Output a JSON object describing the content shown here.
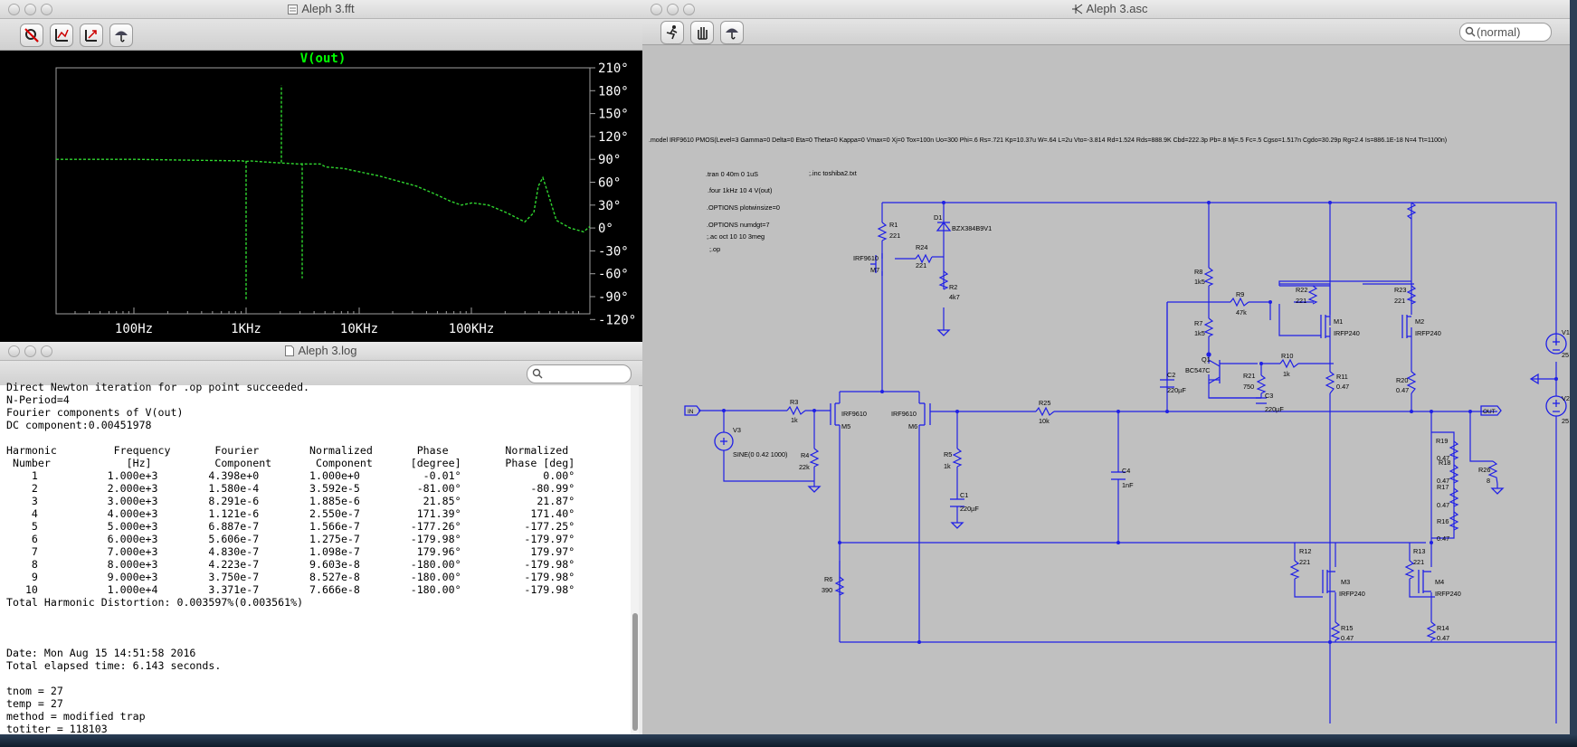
{
  "fft_window": {
    "title": "Aleph 3.fft",
    "trace_title": "V(out)",
    "x_ticks": [
      "100Hz",
      "1KHz",
      "10KHz",
      "100KHz"
    ],
    "y_ticks": [
      "210°",
      "180°",
      "150°",
      "120°",
      "90°",
      "60°",
      "30°",
      "0°",
      "-30°",
      "-60°",
      "-90°",
      "-120°"
    ],
    "toolbar": [
      "zoom-clear-icon",
      "autorange-icon",
      "pan-icon",
      "umbrella-icon"
    ],
    "colors": {
      "plot_bg": "#000000",
      "trace": "#00ff00",
      "grid_frame": "#a0a0a0",
      "label": "#ffffff"
    }
  },
  "log_window": {
    "title": "Aleph 3.log",
    "search_placeholder": "",
    "lines": [
      "Direct Newton iteration for .op point succeeded.",
      "N-Period=4",
      "Fourier components of V(out)",
      "DC component:0.00451978",
      "",
      "Harmonic         Frequency       Fourier        Normalized       Phase         Normalized",
      " Number            [Hz]          Component       Component      [degree]       Phase [deg]",
      "    1           1.000e+3        4.398e+0        1.000e+0          -0.01°             0.00°",
      "    2           2.000e+3        1.580e-4        3.592e-5         -81.00°           -80.99°",
      "    3           3.000e+3        8.291e-6        1.885e-6          21.85°            21.87°",
      "    4           4.000e+3        1.121e-6        2.550e-7         171.39°           171.40°",
      "    5           5.000e+3        6.887e-7        1.566e-7        -177.26°          -177.25°",
      "    6           6.000e+3        5.606e-7        1.275e-7        -179.98°          -179.97°",
      "    7           7.000e+3        4.830e-7        1.098e-7         179.96°           179.97°",
      "    8           8.000e+3        4.223e-7        9.603e-8        -180.00°          -179.98°",
      "    9           9.000e+3        3.750e-7        8.527e-8        -180.00°          -179.98°",
      "   10           1.000e+4        3.371e-7        7.666e-8        -180.00°          -179.98°",
      "Total Harmonic Distortion: 0.003597%(0.003561%)",
      "",
      "",
      "",
      "Date: Mon Aug 15 14:51:58 2016",
      "Total elapsed time: 6.143 seconds.",
      "",
      "tnom = 27",
      "temp = 27",
      "method = modified trap",
      "totiter = 118103"
    ]
  },
  "schematic_window": {
    "title": "Aleph 3.asc",
    "search_value": "(normal)",
    "toolbar": [
      "run-icon",
      "halt-icon",
      "umbrella-icon"
    ],
    "model_line": ".model IRF9610 PMOS(Level=3 Gamma=0 Delta=0 Eta=0 Theta=0 Kappa=0 Vmax=0 Xj=0 Tox=100n Uo=300 Phi=.6 Rs=.721 Kp=10.37u W=.64 L=2u Vto=-3.814 Rd=1.524 Rds=888.9K Cbd=222.3p Pb=.8 Mj=.5 Fc=.5 Cgso=1.517n Cgdo=30.29p Rg=2.4 Is=886.1E-18 N=4 Tt=1100n)",
    "directives": [
      ".tran 0 40m 0 1uS",
      ".four 1kHz 10 4 V(out)",
      ".OPTIONS plotwinsize=0",
      ".OPTIONS numdgt=7",
      ";.ac oct 10 10 3meg",
      ";.op"
    ],
    "include": ";.inc toshiba2.txt",
    "labels": {
      "r1": "R1",
      "r1v": "221",
      "d1": "D1",
      "d1v": "BZX384B9V1",
      "r24": "R24",
      "r24v": "221",
      "m7t": "IRF9610",
      "m7": "M7",
      "r2": "R2",
      "r2v": "4k7",
      "r8": "R8",
      "r8v": "1k5",
      "r9": "R9",
      "r9v": "47k",
      "r7": "R7",
      "r7v": "1k5",
      "r22": "R22",
      "r22v": "221",
      "m1": "M1",
      "m1t": "IRFP240",
      "r23": "R23",
      "r23v": "221",
      "m2": "M2",
      "m2t": "IRFP240",
      "q1": "Q1",
      "q1t": "BC547C",
      "r21": "R21",
      "r21v": "750",
      "r10": "R10",
      "r10v": "1k",
      "r11": "R11",
      "r11v": "0.47",
      "r20": "R20",
      "r20v": "0.47",
      "c2": "C2",
      "c2v": "220µF",
      "c3": "C3",
      "c3v": "220µF",
      "in": "IN",
      "out": "OUT",
      "r3": "R3",
      "r3v": "1k",
      "m5t": "IRF9610",
      "m5": "M5",
      "m6t": "IRF9610",
      "m6": "M6",
      "r25": "R25",
      "r25v": "10k",
      "v3": "V3",
      "v3v": "SINE(0 0.42 1000)",
      "r4": "R4",
      "r4v": "22k",
      "r5": "R5",
      "r5v": "1k",
      "c1": "C1",
      "c1v": "220µF",
      "c4": "C4",
      "c4v": "1nF",
      "r19": "R19",
      "r19v": "0.47",
      "r18": "R18",
      "r18v": "0.47",
      "r17": "R17",
      "r17v": "0.47",
      "r16": "R16",
      "r16v": "0.47",
      "r26": "R26",
      "r26v": "8",
      "r6": "R6",
      "r6v": "390",
      "r12": "R12",
      "r12v": "221",
      "m3": "M3",
      "m3t": "IRFP240",
      "r13": "R13",
      "r13v": "221",
      "m4": "M4",
      "m4t": "IRFP240",
      "r15": "R15",
      "r15v": "0.47",
      "r14": "R14",
      "r14v": "0.47",
      "v1": "V1",
      "v1v": "25",
      "v2": "V2",
      "v2v": "25"
    },
    "colors": {
      "bg": "#c0c0c0",
      "wire": "#1f1fe6",
      "text": "#000000"
    }
  }
}
